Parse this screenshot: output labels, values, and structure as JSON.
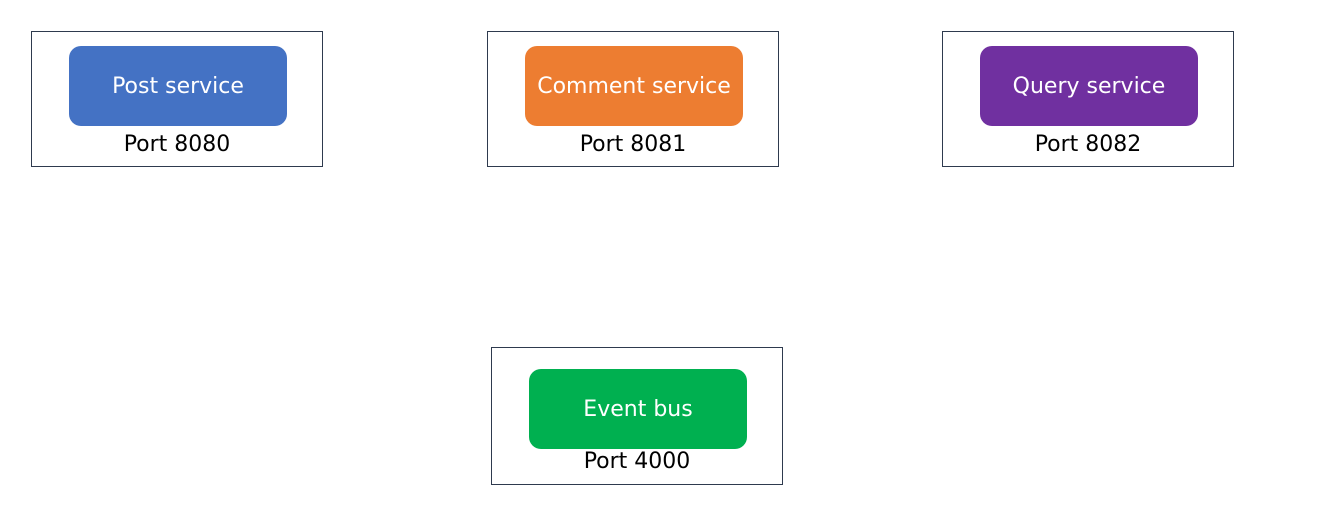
{
  "services": {
    "post": {
      "name": "Post service",
      "port": "Port 8080",
      "color": "#4472c4"
    },
    "comment": {
      "name": "Comment service",
      "port": "Port 8081",
      "color": "#ed7d31"
    },
    "query": {
      "name": "Query service",
      "port": "Port 8082",
      "color": "#7030a0"
    },
    "bus": {
      "name": "Event bus",
      "port": "Port 4000",
      "color": "#00b050"
    }
  }
}
